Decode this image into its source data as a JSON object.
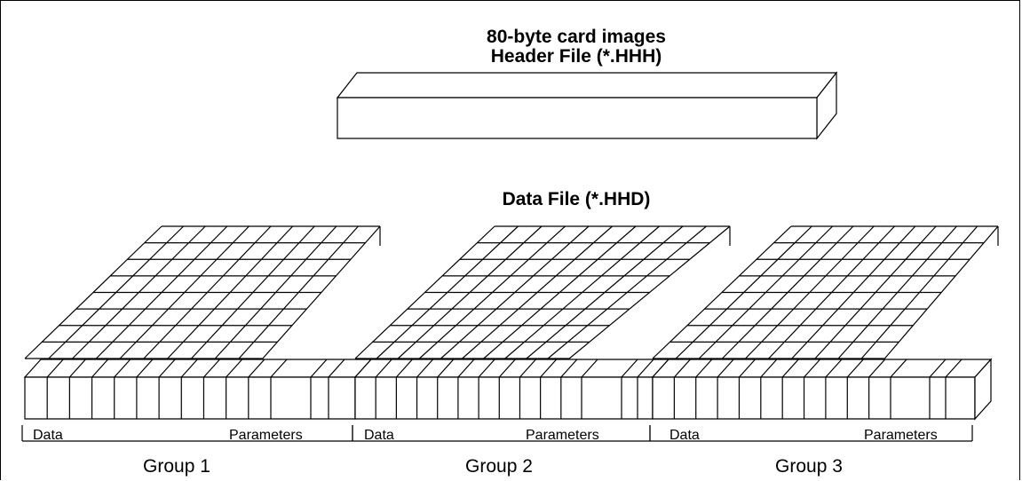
{
  "header": {
    "line1": "80-byte card images",
    "line2": "Header File (*.HHH)"
  },
  "data_file_title": "Data File (*.HHD)",
  "groups": [
    {
      "name": "Group 1",
      "data_label": "Data",
      "parameters_label": "Parameters"
    },
    {
      "name": "Group 2",
      "data_label": "Data",
      "parameters_label": "Parameters"
    },
    {
      "name": "Group 3",
      "data_label": "Data",
      "parameters_label": "Parameters"
    }
  ]
}
